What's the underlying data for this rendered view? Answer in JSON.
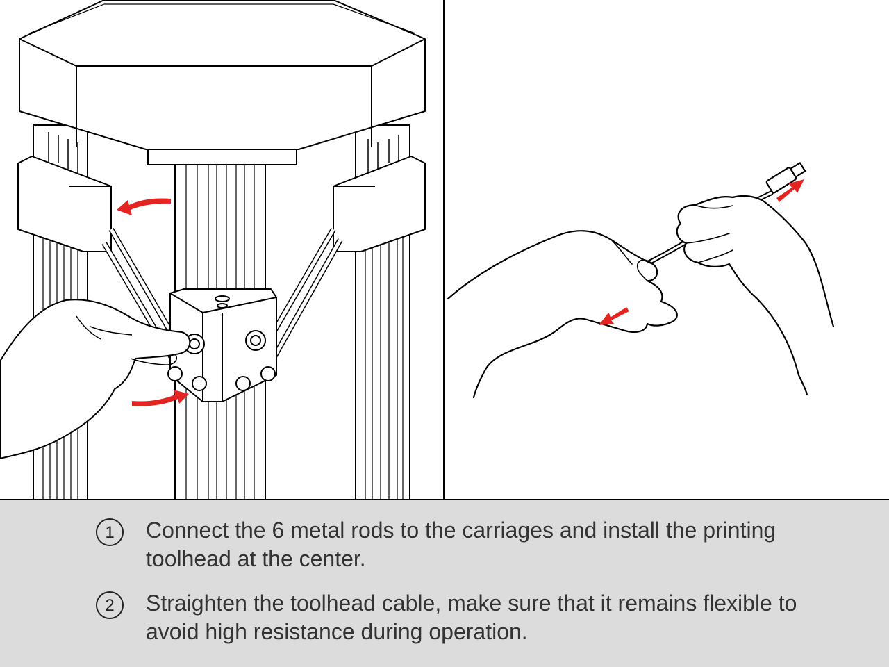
{
  "steps": [
    {
      "number": "1",
      "text": "Connect the 6 metal rods to the carriages and install the printing toolhead at the center."
    },
    {
      "number": "2",
      "text": "Straighten the toolhead cable, make sure that it remains flexible to avoid high resistance during operation."
    }
  ],
  "colors": {
    "arrow": "#e32421",
    "caption_background": "#dcdcdc",
    "line": "#000000"
  },
  "illustrations": {
    "left": "delta-printer-rod-and-toolhead-installation",
    "right": "hands-straightening-toolhead-cable"
  }
}
